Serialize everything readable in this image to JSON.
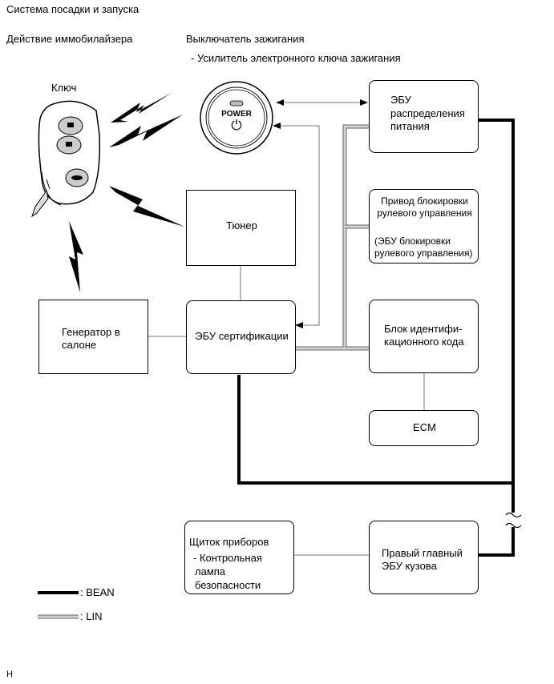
{
  "header": {
    "title": "Система посадки и запуска",
    "immobilizer": "Действие иммобилайзера",
    "ignition_switch": "Выключатель зажигания",
    "ignition_amplifier": "- Усилитель электронного ключа зажигания",
    "key": "Ключ"
  },
  "power_button": {
    "label": "POWER",
    "symbol": "⏻"
  },
  "boxes": {
    "power_dist": [
      "ЭБУ",
      "распределения",
      "питания"
    ],
    "steering_lock": [
      "Привод блокировки",
      "рулевого управления"
    ],
    "steering_lock_ecu": [
      "(ЭБУ блокировки",
      "рулевого управления)"
    ],
    "tuner": "Тюнер",
    "generator": [
      "Генератор в",
      "салоне"
    ],
    "certification": "ЭБУ сертификации",
    "id_code": [
      "Блок идентифи-",
      "кационного кода"
    ],
    "ecm": "ECM",
    "meter": [
      "Щиток приборов",
      "- Контрольная",
      "лампа",
      "безопасности"
    ],
    "body_ecu": [
      "Правый главный",
      "ЭБУ кузова"
    ]
  },
  "legend": {
    "bean": ": BEAN",
    "lin": ": LIN"
  },
  "footer": {
    "mark": "H"
  },
  "colors": {
    "bean": "#000000",
    "lin": "#aaaaaa",
    "line": "#888888"
  }
}
